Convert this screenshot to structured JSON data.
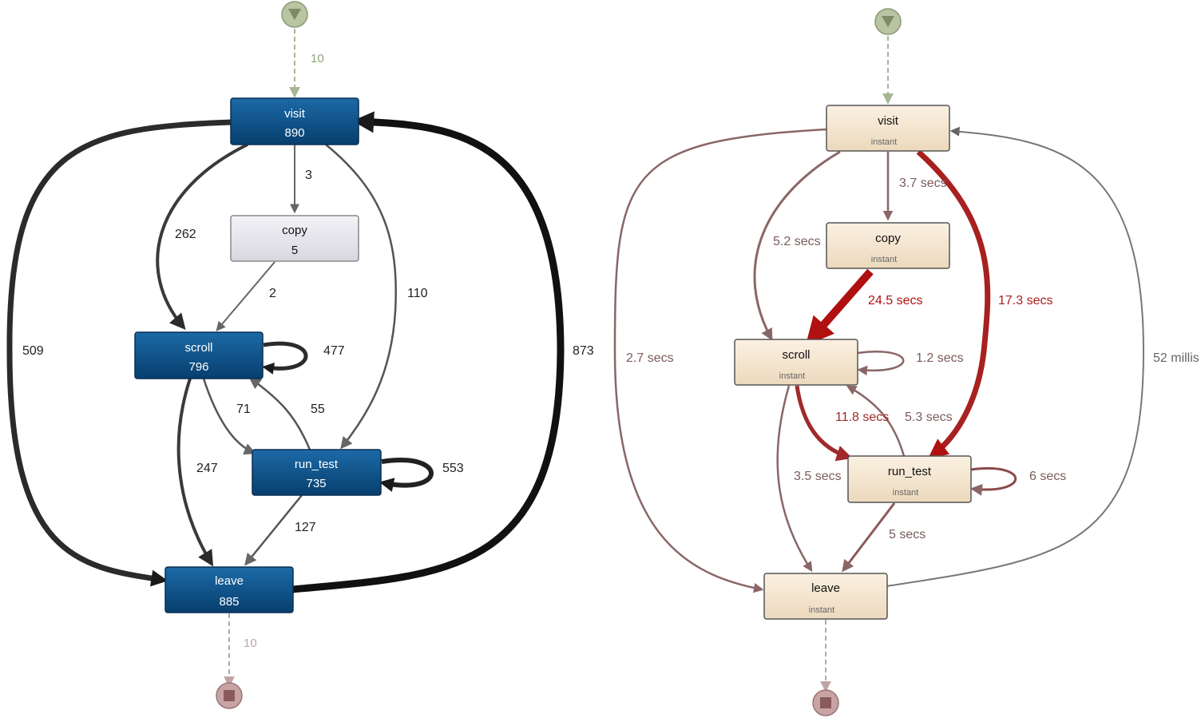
{
  "left_graph": {
    "start_count": "10",
    "end_count": "10",
    "nodes": {
      "visit": {
        "name": "visit",
        "value": "890"
      },
      "copy": {
        "name": "copy",
        "value": "5"
      },
      "scroll": {
        "name": "scroll",
        "value": "796"
      },
      "run_test": {
        "name": "run_test",
        "value": "735"
      },
      "leave": {
        "name": "leave",
        "value": "885"
      }
    },
    "edges": {
      "visit_copy": "3",
      "visit_scroll": "262",
      "visit_runtest": "110",
      "visit_leave": "509",
      "copy_scroll": "2",
      "scroll_self": "477",
      "scroll_runtest": "71",
      "runtest_scroll": "55",
      "scroll_leave": "247",
      "runtest_self": "553",
      "runtest_leave": "127",
      "leave_visit": "873"
    }
  },
  "right_graph": {
    "nodes": {
      "visit": {
        "name": "visit",
        "sub": "instant"
      },
      "copy": {
        "name": "copy",
        "sub": "instant"
      },
      "scroll": {
        "name": "scroll",
        "sub": "instant"
      },
      "run_test": {
        "name": "run_test",
        "sub": "instant"
      },
      "leave": {
        "name": "leave",
        "sub": "instant"
      }
    },
    "edges": {
      "visit_copy": "3.7 secs",
      "visit_scroll": "5.2 secs",
      "copy_scroll": "24.5 secs",
      "visit_runtest": "17.3 secs",
      "visit_leave": "2.7 secs",
      "leave_visit": "52 millis",
      "scroll_self": "1.2 secs",
      "scroll_runtest": "11.8 secs",
      "runtest_scroll": "5.3 secs",
      "scroll_leave": "3.5 secs",
      "runtest_self": "6 secs",
      "runtest_leave": "5 secs"
    }
  },
  "colors": {
    "freq_node": "#0b4f86",
    "copy_node": "#e6e4ec",
    "perf_node": "#f5e6cf",
    "dark_edge": "#2b2b2b",
    "perf_edge": "#8a6666",
    "hot_edge": "#b01010",
    "start_circle": "#b9c4a2",
    "end_circle": "#c8a3a3"
  }
}
